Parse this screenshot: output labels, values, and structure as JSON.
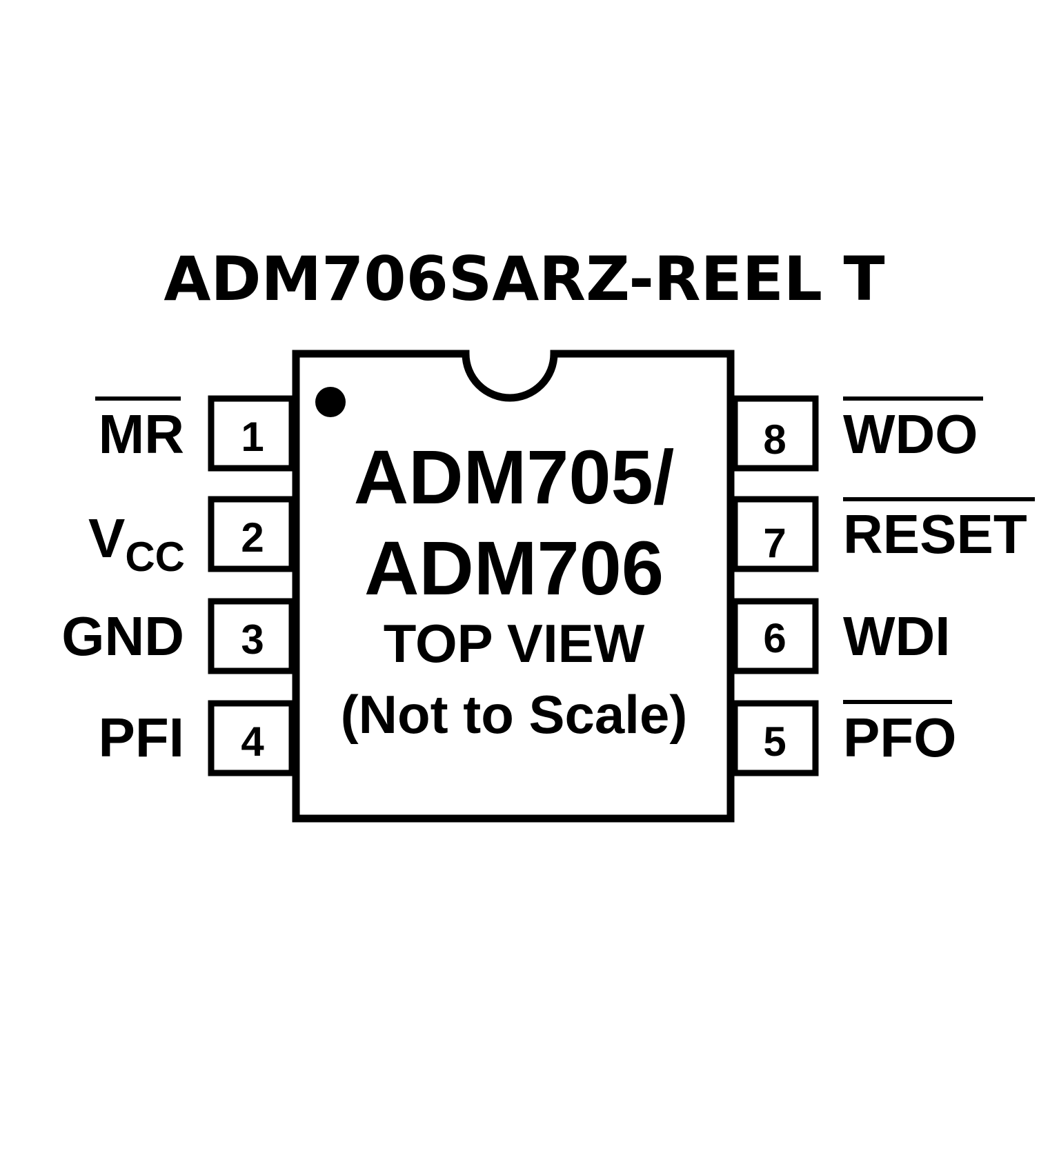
{
  "title": "ADM706SARZ-REEL T",
  "chip": {
    "line1": "ADM705/",
    "line2": "ADM706",
    "line3": "TOP VIEW",
    "line4": "(Not to Scale)"
  },
  "pins_left": [
    {
      "number": "1",
      "label": "MR",
      "active_low": true
    },
    {
      "number": "2",
      "label": "V",
      "subscript": "CC",
      "active_low": false
    },
    {
      "number": "3",
      "label": "GND",
      "active_low": false
    },
    {
      "number": "4",
      "label": "PFI",
      "active_low": false
    }
  ],
  "pins_right": [
    {
      "number": "8",
      "label": "WDO",
      "active_low": true
    },
    {
      "number": "7",
      "label": "RESET",
      "active_low": true
    },
    {
      "number": "6",
      "label": "WDI",
      "active_low": false
    },
    {
      "number": "5",
      "label": "PFO",
      "active_low": true
    }
  ],
  "colors": {
    "ink": "#000000",
    "background": "#ffffff"
  }
}
